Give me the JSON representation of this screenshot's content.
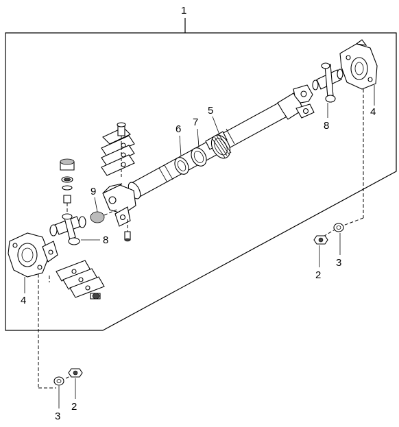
{
  "diagram": {
    "callouts": {
      "assembly": "1",
      "nut_right": "2",
      "washer_right": "3",
      "nut_bottom": "2",
      "washer_bottom": "3",
      "bracket_left": "4",
      "bracket_right": "4",
      "spline_sleeve": "5",
      "seal": "6",
      "retainer_ring": "7",
      "ujoint_left": "8",
      "ujoint_right": "8",
      "cap": "9"
    }
  }
}
